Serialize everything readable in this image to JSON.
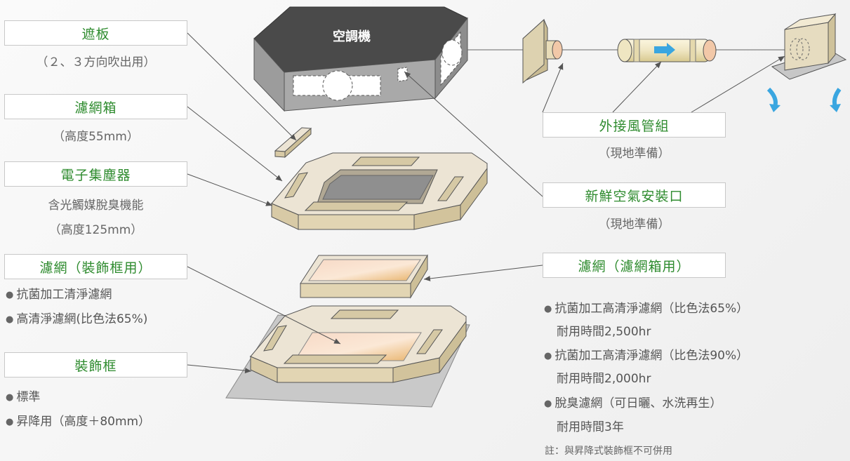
{
  "unit_label": "空調機",
  "left": {
    "shield": {
      "title": "遮板",
      "sub": "（２、３方向吹出用）"
    },
    "filter_box": {
      "title": "濾網箱",
      "sub": "（高度55mm）"
    },
    "collector": {
      "title": "電子集塵器",
      "sub1": "含光觸媒脫臭機能",
      "sub2": "（高度125mm）"
    },
    "filter_panel": {
      "title": "濾網（裝飾框用）",
      "items": [
        "抗菌加工清淨濾網",
        "高清淨濾網(比色法65%)"
      ]
    },
    "panel": {
      "title": "裝飾框",
      "items": [
        "標準",
        "昇降用（高度＋80mm）"
      ]
    }
  },
  "right": {
    "duct": {
      "title": "外接風管組",
      "sub": "（現地準備）"
    },
    "fresh_air": {
      "title": "新鮮空氣安裝口",
      "sub": "（現地準備）"
    },
    "filter_boxed": {
      "title": "濾網（濾網箱用）",
      "items": [
        {
          "name": "抗菌加工高清淨濾網（比色法65%）",
          "life": "耐用時間2,500hr"
        },
        {
          "name": "抗菌加工高清淨濾網（比色法90%）",
          "life": "耐用時間2,000hr"
        },
        {
          "name": "脫臭濾網（可日曬、水洗再生）",
          "life": "耐用時間3年"
        }
      ],
      "note": "註：與昇降式裝飾框不可併用"
    }
  },
  "colors": {
    "label_text": "#2e8b2e",
    "unit_top": "#4a4a4a",
    "unit_side": "#9a9a9a",
    "frame_face": "#ece4d4",
    "frame_side": "#d8caa6",
    "arrow_blue": "#3aa6e0"
  }
}
